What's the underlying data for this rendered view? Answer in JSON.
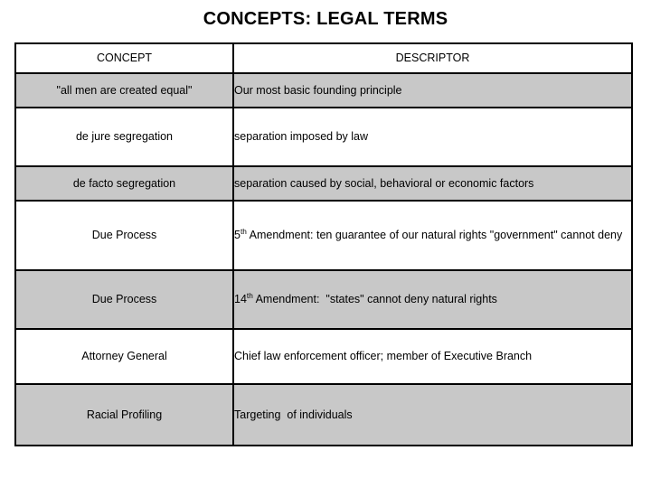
{
  "slide": {
    "title": "CONCEPTS: LEGAL TERMS"
  },
  "table": {
    "headers": {
      "concept": "CONCEPT",
      "descriptor": "DESCRIPTOR"
    },
    "rows": [
      {
        "concept": "\"all men are created equal\"",
        "descriptor": "Our most basic founding principle",
        "descriptor_prefix": "",
        "descriptor_sup": "",
        "shaded": true
      },
      {
        "concept": "de jure segregation",
        "descriptor": "separation imposed by law",
        "descriptor_prefix": "",
        "descriptor_sup": "",
        "shaded": false
      },
      {
        "concept": "de facto segregation",
        "descriptor": "separation caused by social, behavioral or economic factors",
        "descriptor_prefix": "",
        "descriptor_sup": "",
        "shaded": true
      },
      {
        "concept": "Due Process",
        "descriptor": " Amendment: ten guarantee of our natural rights \"government\" cannot deny",
        "descriptor_prefix": "5",
        "descriptor_sup": "th",
        "shaded": false
      },
      {
        "concept": "Due Process",
        "descriptor": " Amendment:  \"states\" cannot deny natural rights",
        "descriptor_prefix": "14",
        "descriptor_sup": "th",
        "shaded": true
      },
      {
        "concept": "Attorney General",
        "descriptor": "Chief law enforcement officer; member of Executive Branch",
        "descriptor_prefix": "",
        "descriptor_sup": "",
        "shaded": false
      },
      {
        "concept": "Racial Profiling",
        "descriptor": "Targeting  of individuals",
        "descriptor_prefix": "",
        "descriptor_sup": "",
        "shaded": true
      }
    ]
  },
  "colors": {
    "shaded_row": "#c8c8c8",
    "border": "#000000",
    "text": "#000000",
    "background": "#ffffff"
  }
}
